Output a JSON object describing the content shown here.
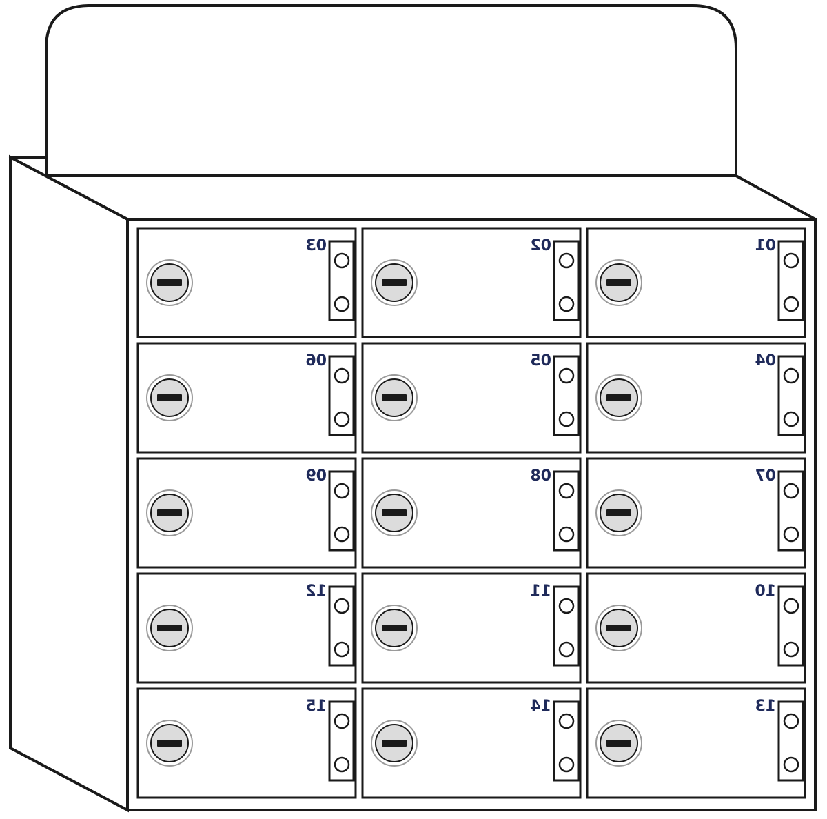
{
  "colors": {
    "line": "#1a1a1a",
    "label": "#1f2a5a",
    "lock_fill": "#dcdcdc",
    "lock_ring": "#9a9a9a",
    "background": "#ffffff"
  },
  "lockers": {
    "rows": [
      [
        "03",
        "02",
        "01"
      ],
      [
        "06",
        "05",
        "04"
      ],
      [
        "09",
        "08",
        "07"
      ],
      [
        "12",
        "11",
        "10"
      ],
      [
        "15",
        "14",
        "13"
      ]
    ]
  }
}
